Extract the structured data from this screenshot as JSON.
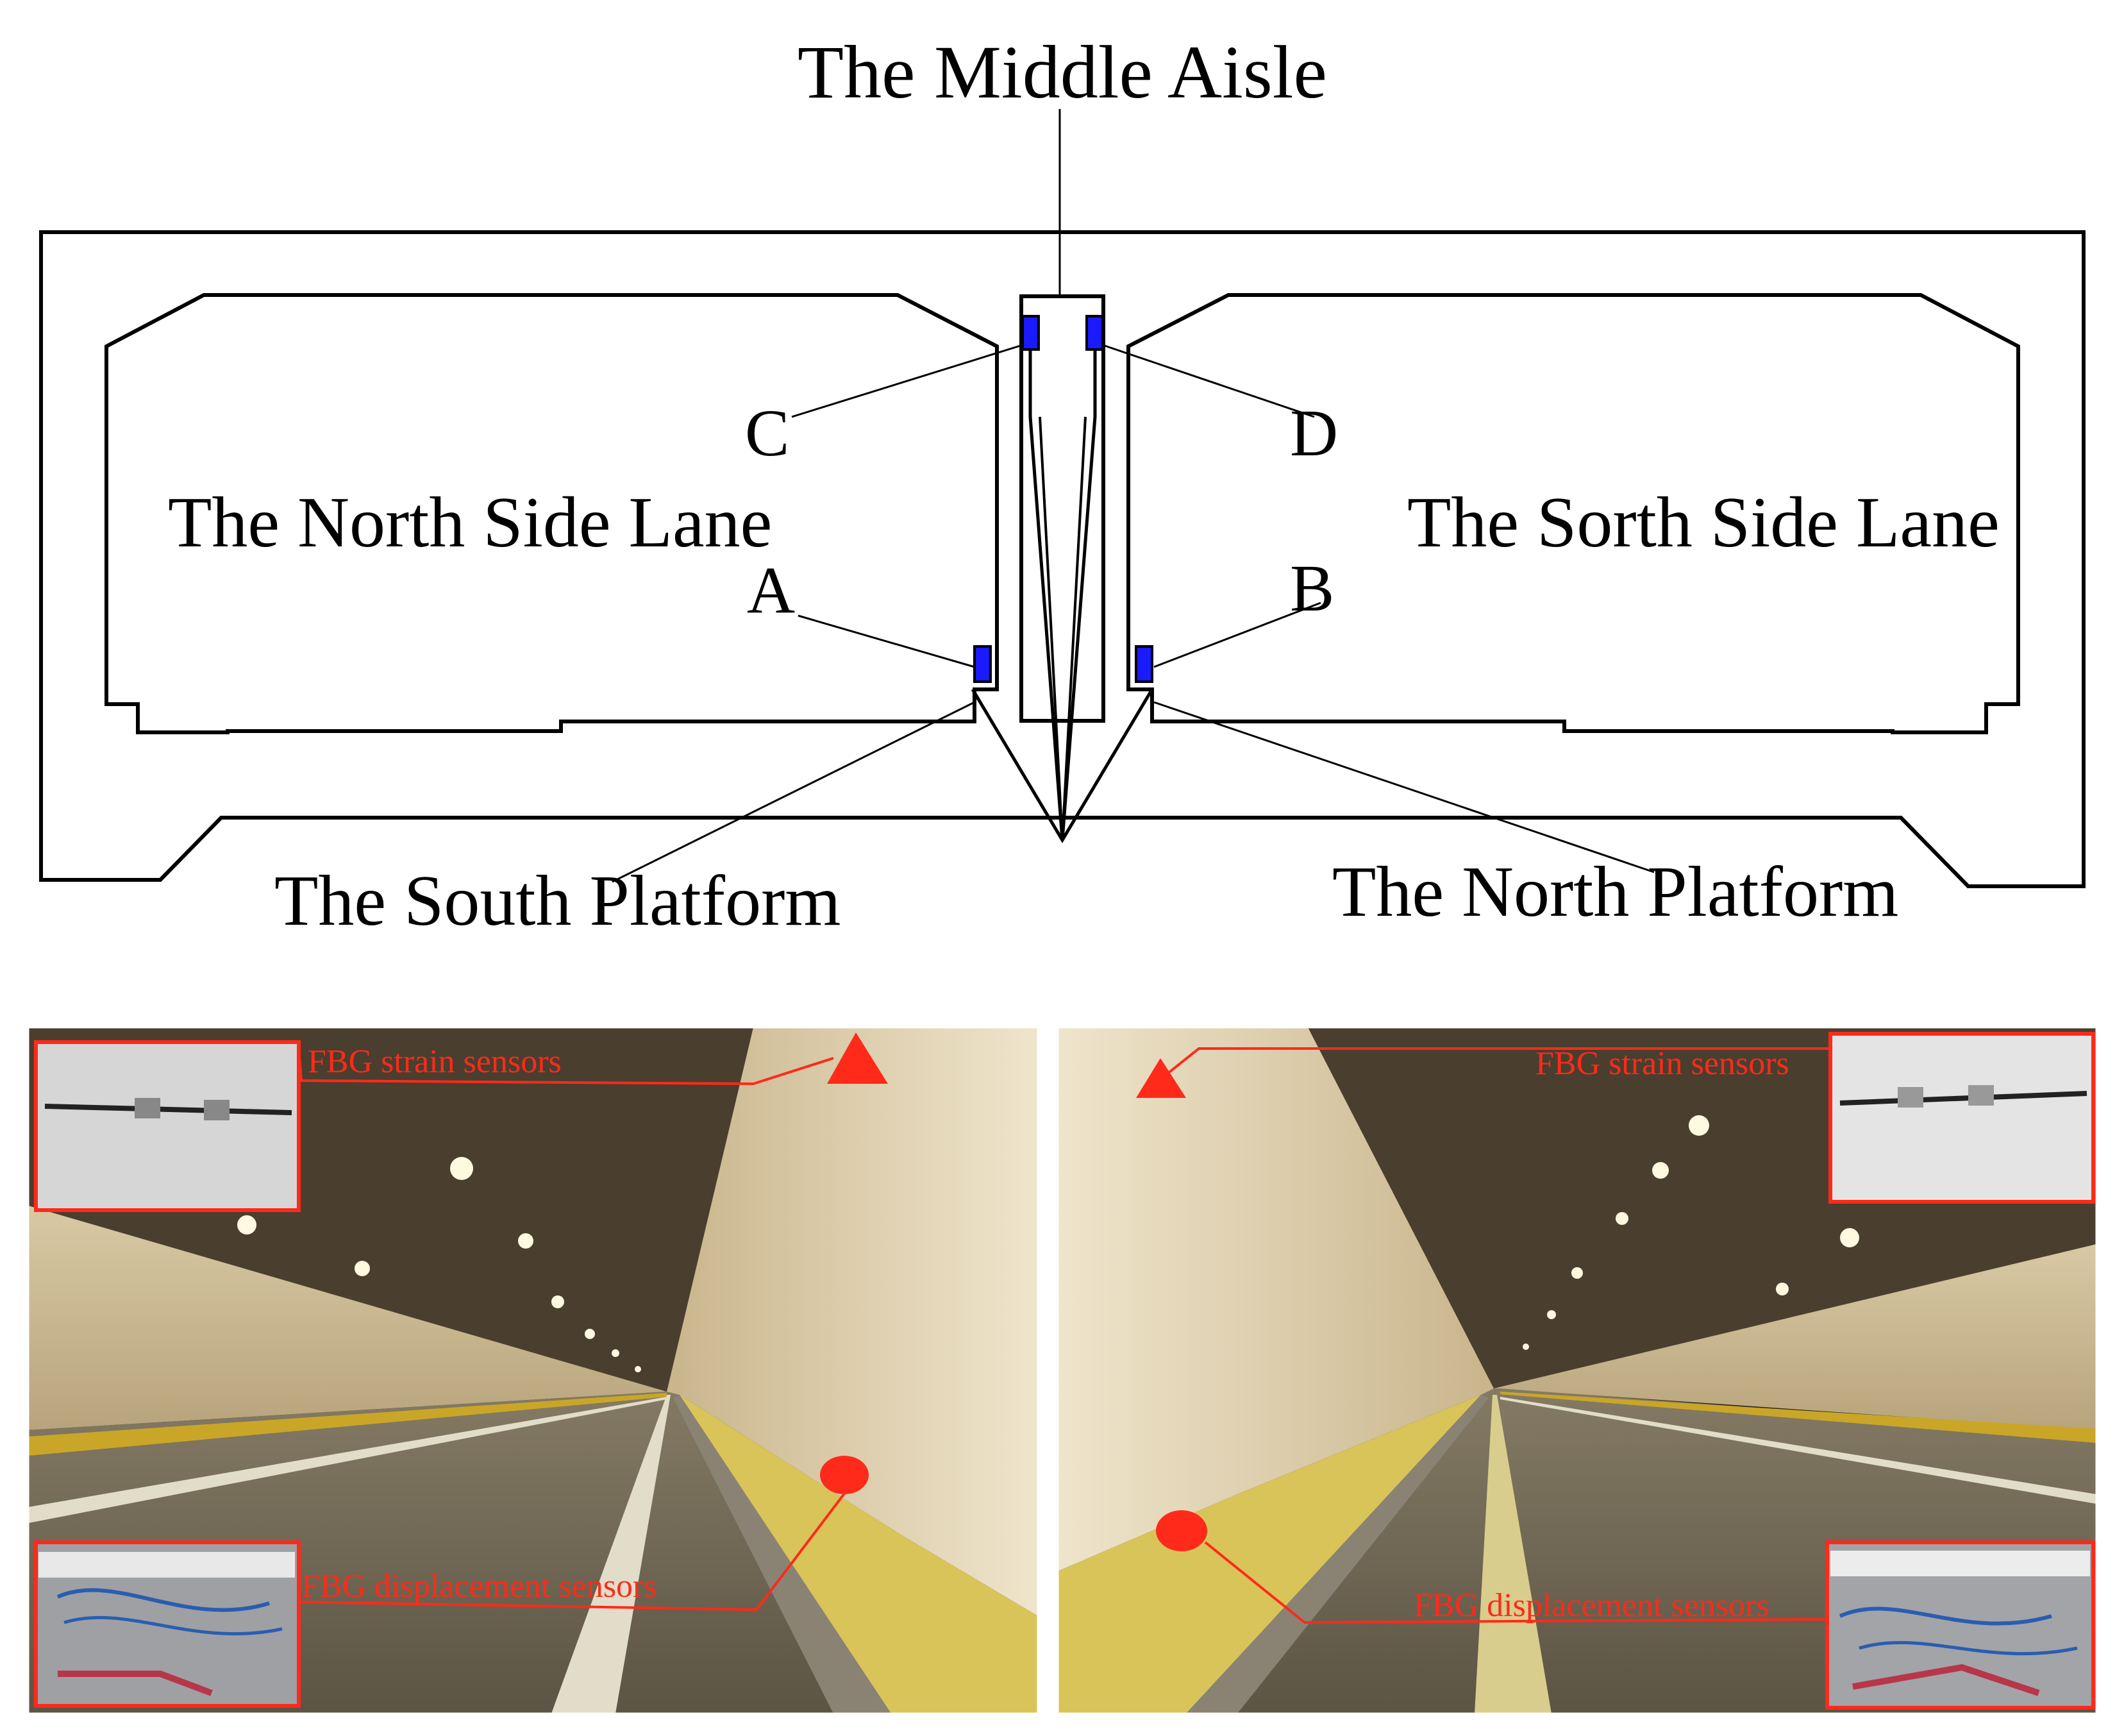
{
  "diagram": {
    "title": "The Middle Aisle",
    "north_lane": "The North Side Lane",
    "south_lane": "The Sorth Side Lane",
    "south_platform": "The South Platform",
    "north_platform": "The North Platform",
    "points": {
      "a": "A",
      "b": "B",
      "c": "C",
      "d": "D"
    }
  },
  "photos": {
    "left": {
      "strain": "FBG strain sensors",
      "displacement": "FBG displacement sensors"
    },
    "right": {
      "strain": "FBG strain sensors",
      "displacement": "FBG displacement sensors"
    }
  },
  "colors": {
    "line": "#000000",
    "sensor": "#1a1aff",
    "annotation": "#ff2a1a",
    "wall": "#e8dcc0",
    "ceiling": "#3a3024",
    "road": "#6e6552"
  }
}
